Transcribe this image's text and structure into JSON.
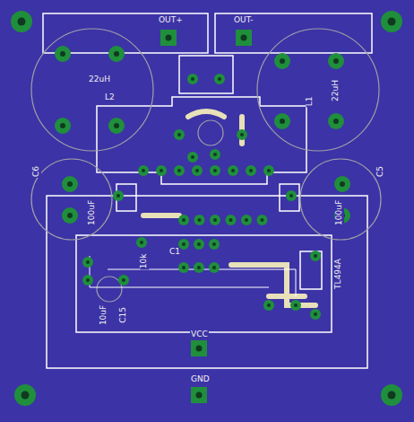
{
  "diagram": {
    "labels": [
      "OUT+",
      "OUT-",
      "22uH",
      "L2",
      "22uH",
      "L1",
      "C6",
      "C5",
      "100uF",
      "100uF",
      "10k",
      "C1",
      "C15",
      "10uF",
      "TL494A",
      "VCC",
      "GND"
    ]
  }
}
